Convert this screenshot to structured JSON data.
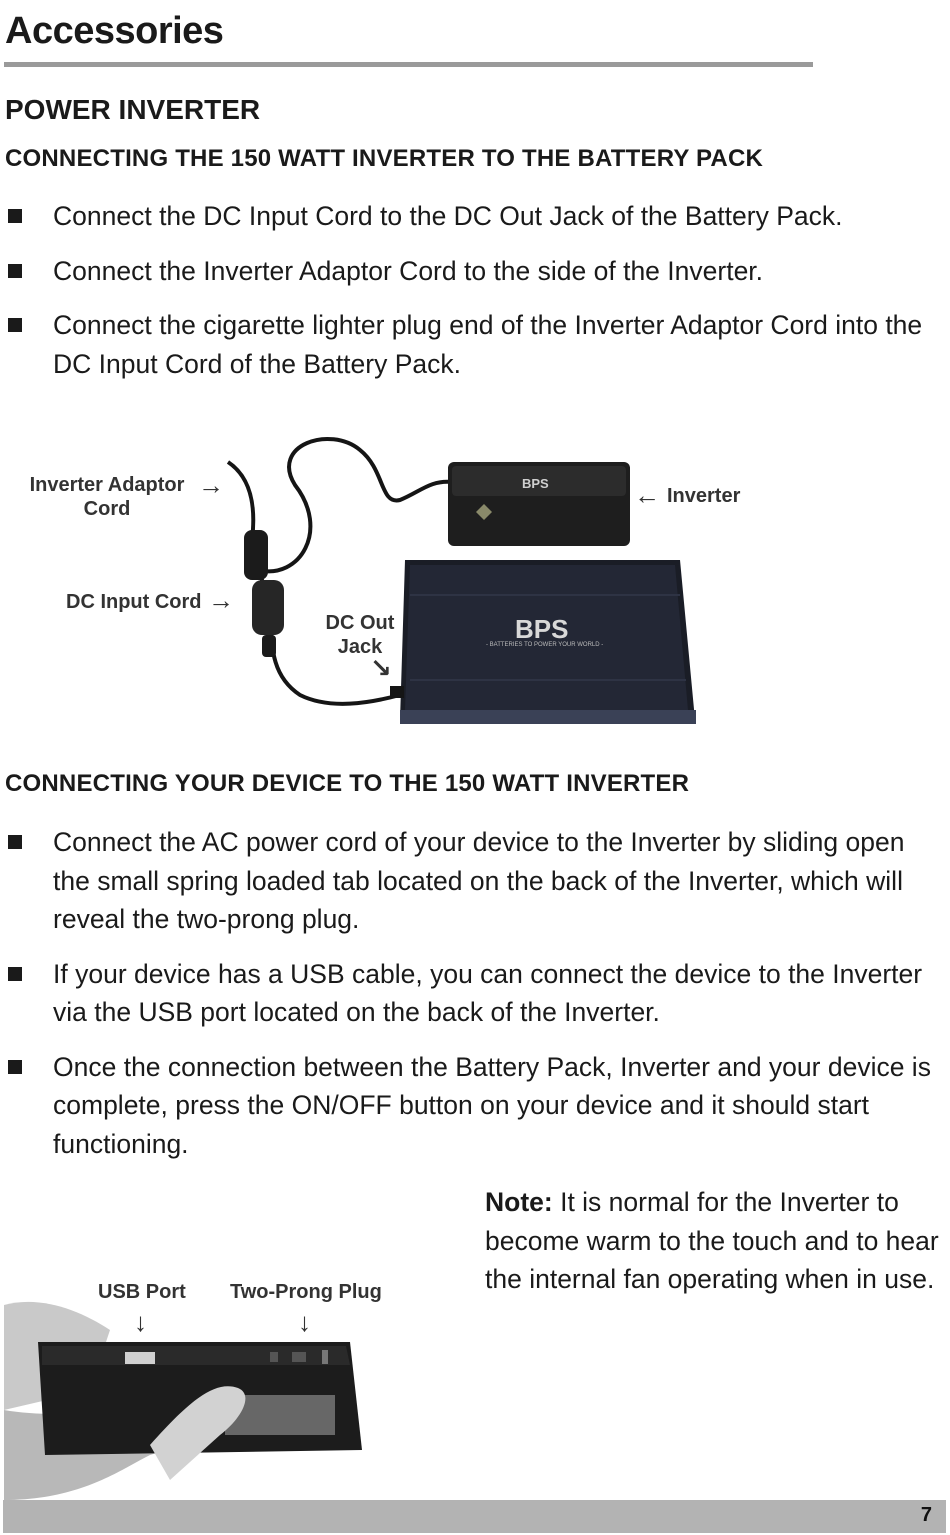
{
  "header": {
    "title": "Accessories"
  },
  "section": {
    "title": "POWER INVERTER",
    "sub1": {
      "heading": "CONNECTING THE 150 WATT INVERTER TO THE BATTERY PACK",
      "items": [
        "Connect the DC Input Cord to the DC Out Jack of the Battery Pack.",
        "Connect the Inverter Adaptor Cord to the side of the Inverter.",
        "Connect the cigarette lighter plug end of the Inverter Adaptor Cord into the DC Input Cord of the Battery Pack."
      ]
    },
    "figure1": {
      "label_adaptor": "Inverter  Adaptor",
      "label_adaptor2": "Cord",
      "label_dc_input": "DC Input Cord",
      "label_dc_out": "DC Out",
      "label_dc_out2": "Jack",
      "label_inverter": "Inverter",
      "brand": "BPS",
      "tagline": "- BATTERIES TO POWER YOUR WORLD -"
    },
    "sub2": {
      "heading": "CONNECTING YOUR DEVICE TO THE 150 WATT INVERTER",
      "items": [
        "Connect the AC power cord of your device to the Inverter by sliding open the small spring loaded tab located on the back of the Inverter, which will reveal the two-prong plug.",
        "If your device has a USB cable, you can connect the device to the Inverter via the USB port located on the back of the Inverter.",
        "Once the connection between the Battery Pack, Inverter and your device is complete, press the ON/OFF button on your device and it should start functioning."
      ]
    },
    "figure2": {
      "label_usb": "USB Port",
      "label_plug": "Two-Prong Plug"
    },
    "note": {
      "label": "Note:",
      "text": " It is normal for the Inverter to become warm to the touch and to hear the internal fan operating when in use."
    }
  },
  "footer": {
    "page_number": "7"
  },
  "colors": {
    "rule": "#9a9a9a",
    "footer_bar": "#b3b3b3",
    "text": "#1a1a1a"
  }
}
